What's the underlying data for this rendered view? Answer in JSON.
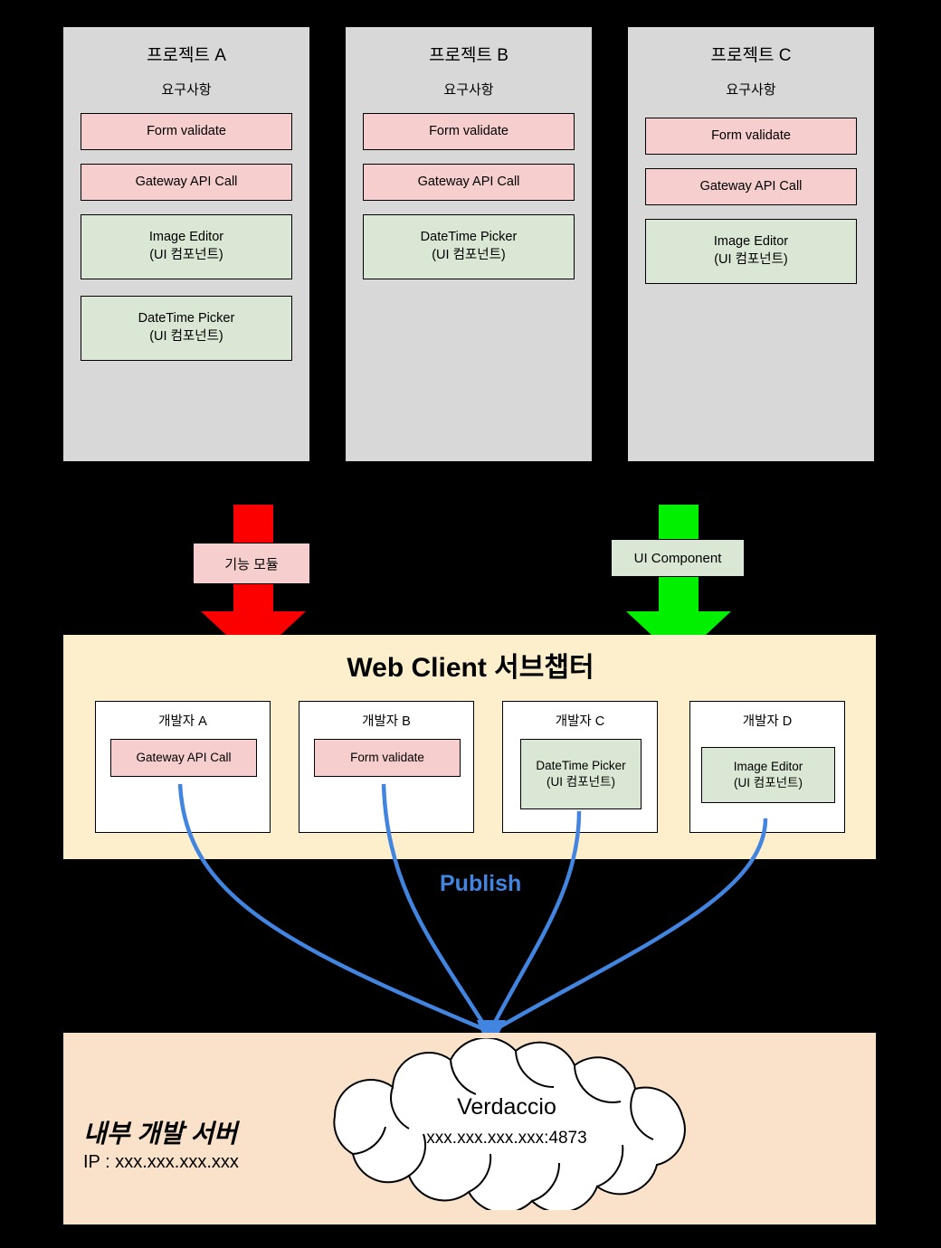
{
  "projects": [
    {
      "title": "프로젝트 A",
      "subtitle": "요구사항",
      "items": [
        {
          "label": "Form validate",
          "kind": "pink"
        },
        {
          "label": "Gateway API Call",
          "kind": "pink"
        },
        {
          "label": "Image Editor",
          "sublabel": "(UI 컴포넌트)",
          "kind": "green"
        },
        {
          "label": "DateTime Picker",
          "sublabel": "(UI 컴포넌트)",
          "kind": "green"
        }
      ]
    },
    {
      "title": "프로젝트 B",
      "subtitle": "요구사항",
      "items": [
        {
          "label": "Form validate",
          "kind": "pink"
        },
        {
          "label": "Gateway API Call",
          "kind": "pink"
        },
        {
          "label": "DateTime Picker",
          "sublabel": "(UI 컴포넌트)",
          "kind": "green"
        }
      ]
    },
    {
      "title": "프로젝트 C",
      "subtitle": "요구사항",
      "items": [
        {
          "label": "Form validate",
          "kind": "pink"
        },
        {
          "label": "Gateway API Call",
          "kind": "pink"
        },
        {
          "label": "Image Editor",
          "sublabel": "(UI 컴포넌트)",
          "kind": "green"
        }
      ]
    }
  ],
  "flow_arrows": [
    {
      "label": "기능 모듈",
      "kind": "pink",
      "color": "#fc0000"
    },
    {
      "label": "UI Component",
      "kind": "green",
      "color": "#00f000"
    }
  ],
  "webclient": {
    "title": "Web Client 서브챕터",
    "developers": [
      {
        "name": "개발자 A",
        "chip": "Gateway API Call",
        "kind": "pink"
      },
      {
        "name": "개발자 B",
        "chip": "Form validate",
        "kind": "pink"
      },
      {
        "name": "개발자 C",
        "chip": "DateTime Picker",
        "chip_sub": "(UI 컴포넌트)",
        "kind": "green"
      },
      {
        "name": "개발자 D",
        "chip": "Image Editor",
        "chip_sub": "(UI 컴포넌트)",
        "kind": "green"
      }
    ]
  },
  "publish": {
    "label": "Publish",
    "color": "#4285e0"
  },
  "server": {
    "title": "내부 개발 서버",
    "ip": "IP : xxx.xxx.xxx.xxx",
    "cloud_name": "Verdaccio",
    "cloud_address": "xxx.xxx.xxx.xxx:4873"
  },
  "colors": {
    "background": "#000000",
    "project_panel": "#d8d8d8",
    "pink": "#f6cecd",
    "green": "#d9e7d4",
    "webclient_panel": "#fdeecc",
    "server_panel": "#fae1ca",
    "arrow_red": "#fc0000",
    "arrow_green": "#00f000",
    "publish_blue": "#4285e0"
  }
}
